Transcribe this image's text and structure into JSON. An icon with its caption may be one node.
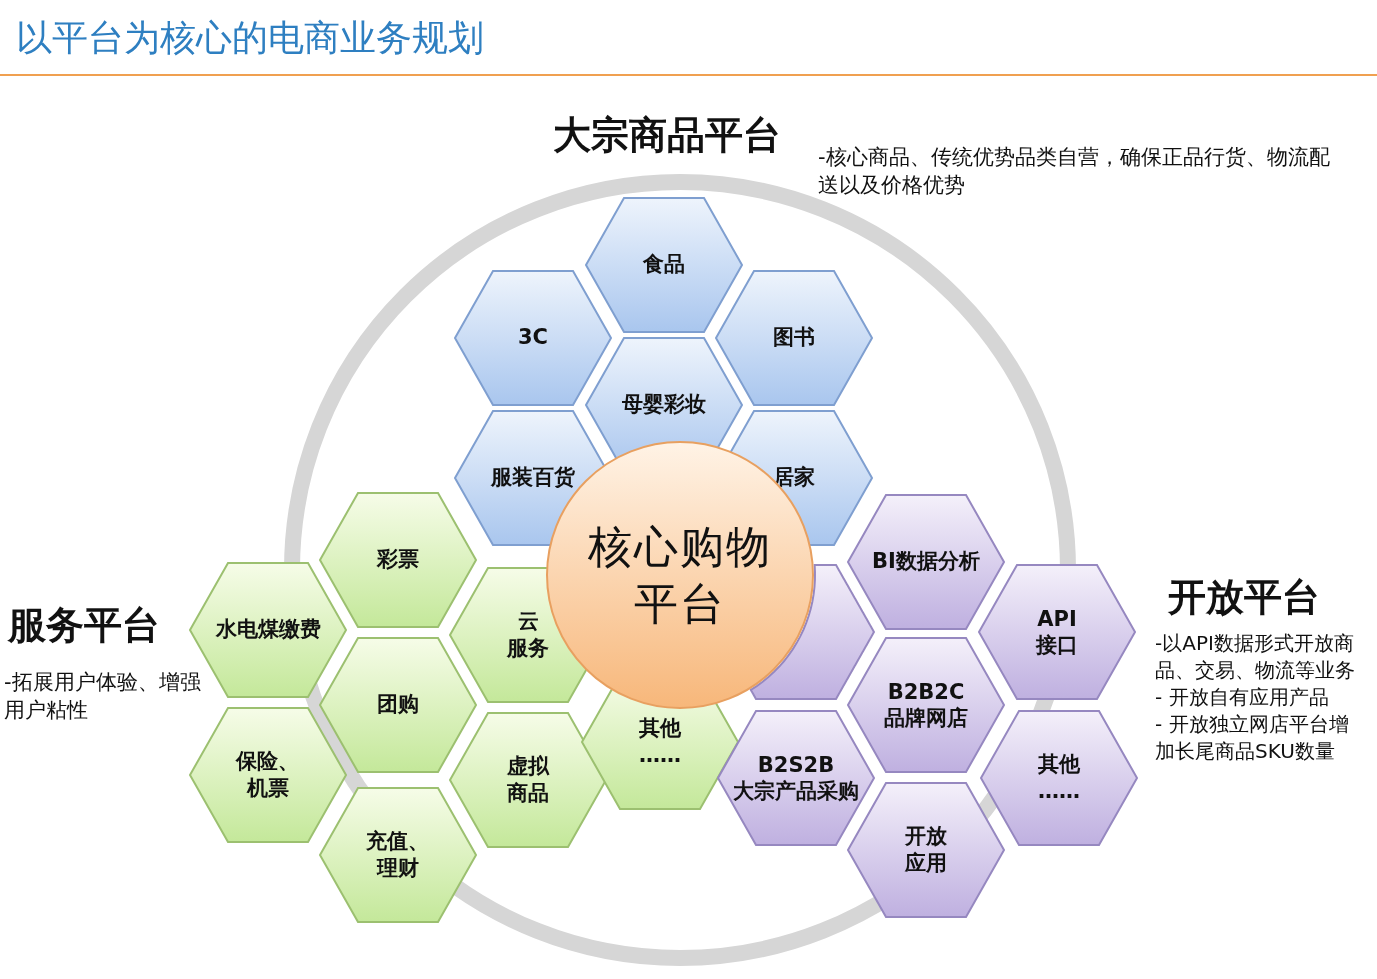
{
  "diagram": {
    "title": "以平台为核心的电商业务规划",
    "nodes": [
      {
        "text": [
          "食品"
        ]
      },
      {
        "text": [
          "3C"
        ]
      },
      {
        "text": [
          "图书"
        ]
      },
      {
        "text": [
          "母婴彩妆"
        ]
      },
      {
        "text": [
          "服装百货"
        ]
      },
      {
        "text": [
          "居家"
        ]
      },
      {
        "text": [
          "彩票"
        ]
      },
      {
        "text": [
          "水电煤缴费"
        ]
      },
      {
        "text": [
          "云服务"
        ]
      },
      {
        "text": [
          "团购"
        ]
      },
      {
        "text": [
          "保险、机票"
        ]
      },
      {
        "text": [
          "虚拟商品"
        ]
      },
      {
        "text": [
          "其他……"
        ]
      },
      {
        "text": [
          "充值、理财"
        ]
      },
      {
        "text": [
          "BI数据分析"
        ]
      },
      {
        "text": [],
        "shape": "hexagon"
      },
      {
        "text": [
          "API",
          "接口"
        ]
      },
      {
        "text": [
          "B2B2C",
          "品牌网店"
        ]
      },
      {
        "text": [
          "B2S2B",
          "大宗产品采购"
        ]
      },
      {
        "text": [
          "其他……"
        ]
      },
      {
        "text": [
          "开放应用"
        ]
      },
      {
        "text": [
          "核心购物平台"
        ]
      }
    ],
    "labels": [
      "大宗商品平台",
      "-核心商品、传统优势品类自营，确保正品行货、物流配送以及价格优势",
      "服务平台",
      "-拓展用户体验、增强用户粘性",
      "开放平台",
      "-以API数据形式开放商品、交易、物流等业务 - 开放自有应用产品 - 开放独立网店平台增加长尾商品SKU数量"
    ]
  }
}
